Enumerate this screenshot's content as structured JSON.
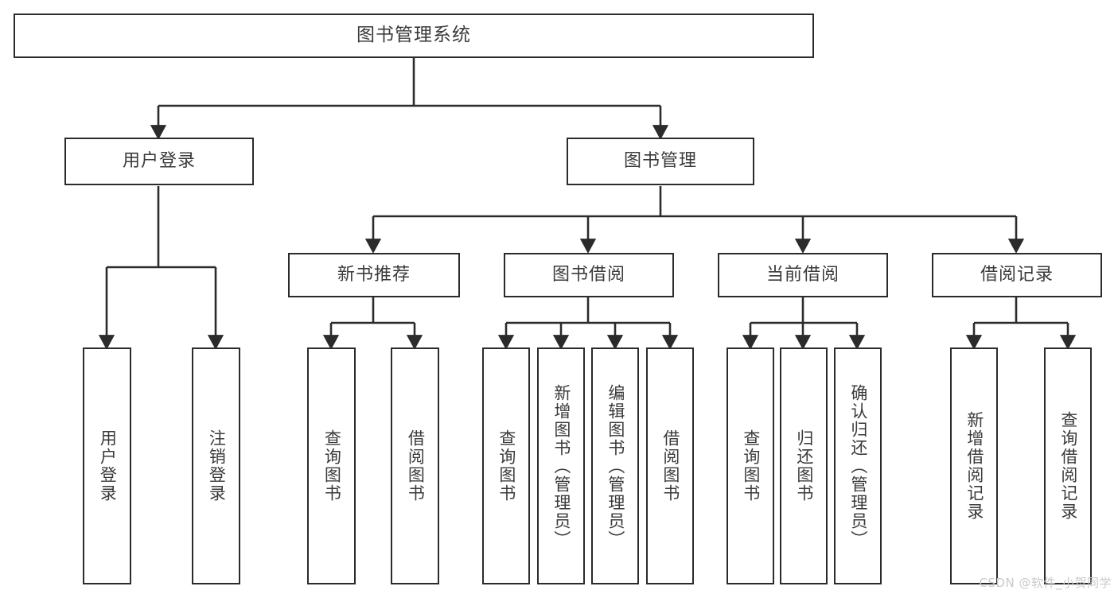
{
  "diagram": {
    "title": "图书管理系统",
    "type": "tree",
    "background_color": "#ffffff",
    "line_color": "#2b2b2b",
    "text_color": "#3a3a3a"
  },
  "nodes": {
    "root": {
      "label": "图书管理系统"
    },
    "level1": [
      {
        "id": "user-login",
        "label": "用户登录"
      },
      {
        "id": "book-manage",
        "label": "图书管理"
      }
    ],
    "level2": [
      {
        "id": "new-book-recommend",
        "label": "新书推荐"
      },
      {
        "id": "book-borrow",
        "label": "图书借阅"
      },
      {
        "id": "current-borrow",
        "label": "当前借阅"
      },
      {
        "id": "borrow-record",
        "label": "借阅记录"
      }
    ],
    "leaves": {
      "user_login": [
        {
          "id": "leaf-user-login",
          "label": "用户登录"
        },
        {
          "id": "leaf-logout-login",
          "label": "注销登录"
        }
      ],
      "new_book_recommend": [
        {
          "id": "leaf-query-book-1",
          "label": "查询图书"
        },
        {
          "id": "leaf-borrow-book-1",
          "label": "借阅图书"
        }
      ],
      "book_borrow": [
        {
          "id": "leaf-query-book-2",
          "label": "查询图书"
        },
        {
          "id": "leaf-add-book",
          "label": "新增图书（管理员）"
        },
        {
          "id": "leaf-edit-book",
          "label": "编辑图书（管理员）"
        },
        {
          "id": "leaf-borrow-book-2",
          "label": "借阅图书"
        }
      ],
      "current_borrow": [
        {
          "id": "leaf-query-book-3",
          "label": "查询图书"
        },
        {
          "id": "leaf-return-book",
          "label": "归还图书"
        },
        {
          "id": "leaf-confirm-return",
          "label": "确认归还（管理员）"
        }
      ],
      "borrow_record": [
        {
          "id": "leaf-add-record",
          "label": "新增借阅记录"
        },
        {
          "id": "leaf-query-record",
          "label": "查询借阅记录"
        }
      ]
    }
  },
  "watermark": {
    "text": "CSDN @软件_小贺同学"
  }
}
